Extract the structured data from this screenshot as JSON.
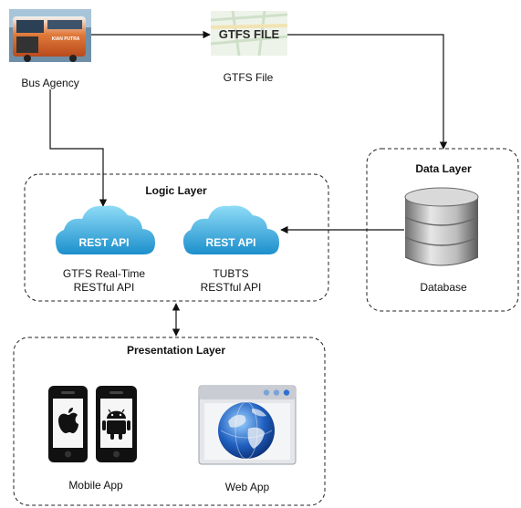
{
  "nodes": {
    "bus_agency": {
      "label": "Bus Agency",
      "bus_plate": "KIAN PUTRA"
    },
    "gtfs_file": {
      "label": "GTFS File",
      "badge_text": "GTFS FILE"
    },
    "data_layer": {
      "title": "Data Layer",
      "database_label": "Database"
    },
    "logic_layer": {
      "title": "Logic Layer",
      "realtime_api": {
        "cloud_text": "REST API",
        "label_line1": "GTFS Real-Time",
        "label_line2": "RESTful API"
      },
      "tubts_api": {
        "cloud_text": "REST API",
        "label_line1": "TUBTS",
        "label_line2": "RESTful API"
      }
    },
    "presentation_layer": {
      "title": "Presentation Layer",
      "mobile_app_label": "Mobile App",
      "web_app_label": "Web App"
    }
  },
  "colors": {
    "cloud_light": "#7fd3f2",
    "cloud_dark": "#1b95cf",
    "bus_body": "#d8632a",
    "globe": "#1f5fbf",
    "line": "#111111"
  },
  "icons": [
    "bus-icon",
    "gtfs-file-icon",
    "database-icon",
    "cloud-icon",
    "apple-icon",
    "android-icon",
    "globe-icon"
  ]
}
